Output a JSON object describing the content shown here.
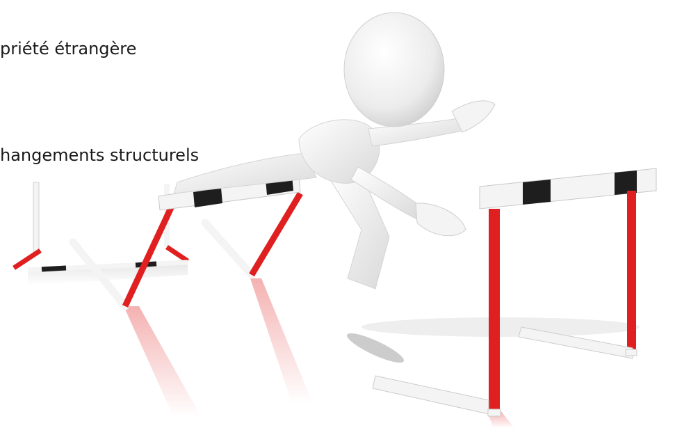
{
  "slide": {
    "lines": [
      "priété étrangère",
      "hangements structurels"
    ]
  },
  "colors": {
    "hurdle_red": "#e02020",
    "hurdle_white": "#f4f4f4",
    "hurdle_black": "#1e1e1e",
    "figure_white": "#f2f2f2"
  },
  "figure": {
    "subject": "3d-stick-figure-jumping-hurdles"
  }
}
